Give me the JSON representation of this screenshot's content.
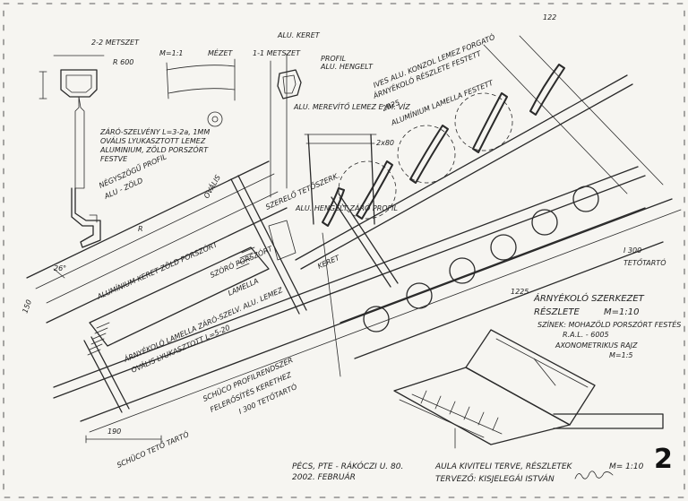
{
  "sheet_number": "2",
  "sections": {
    "s22_title": "2-2 METSZET",
    "s22_scale": "R 600",
    "s11_title": "1-1 METSZET",
    "m11_label": "M=1:1",
    "mezet": "MÉZET",
    "alu_keret": "ALU. KERET",
    "profil_label": "PROFIL",
    "alu_hengelt": "ALU. HENGELT",
    "alu_merevito": "ALU. MEREVÍTŐ LEMEZ E IM. VÍZ",
    "alu_hengelt_z": "ALU. HENGELT ZÁRÓ PROFIL",
    "fnote_1": "IVES ALU. KONZOL LEMEZ FORGATÓ",
    "fnote_2": "ÁRNYÉKOLÓ RÉSZLETE FESTETT",
    "fnote_3": "2025",
    "lamella_note": "ALUMÍNIUM LAMELLA FESTETT",
    "szelveny": "ZÁRÓ-SZELVÉNY L=3-2a, 1MM",
    "ovalis": "OVÁLIS LYUKASZTOTT LEMEZ",
    "alumin_zold": "ALUMINIUM, ZÖLD PORSZÓRT",
    "festes": "FESTVE",
    "negyszogu": "NÉGYSZÖGŰ PROFIL",
    "alu_zold": "ALU - ZÖLD",
    "r_label": "R",
    "angle": "26°",
    "alu_keret_long": "ALUMÍNIUM KERET ZÖLD PORSZÓRT",
    "arnyekolo_lamella": "ÁRNYÉKOLÓ LAMELLA ZÁRÓ-SZELV. ALU. LEMEZ",
    "ovalis_lyuk": "OVÁLIS LYUKASZTOTT L=5-20",
    "szoro": "SZÓRÓ PORSZÓRT",
    "ovali_right": "OVÁLIS",
    "keret_label": "KERET",
    "i_beam": "I 300",
    "tetotarto": "TETŐTARTÓ",
    "szerelo": "SZERELŐ TETŐSZERK.",
    "lamella_small": "LAMELLA",
    "schuco_1": "SCHÜCO PROFILRENDSZER",
    "schuco_2": "FELERŐSÍTÉS KERETHEZ",
    "i_300_2": "I 300 TETŐTARTÓ",
    "schuco_tet": "SCHÜCO TETŐ TARTÓ",
    "axon_title": "ÁRNYÉKOLÓ SZERKEZET",
    "axon_reszlet": "RÉSZLETE",
    "axon_m": "M=1:10",
    "axon_szinek": "SZÍNEK: MOHAZÖLD PORSZÓRT FESTÉS",
    "axon_ral": "R.A.L. - 6005",
    "axon_axono": "AXONOMETRIKUS RAJZ",
    "axon_m5": "M=1:5",
    "dim_1225": "1225",
    "dim_122": "122",
    "dim_190": "190",
    "dim_150": "150",
    "dim_2x": "2x80",
    "foot_city": "PÉCS, PTE - RÁKÓCZI U. 80.",
    "foot_date": "2002. FEBRUÁR",
    "foot_title": "AULA KIVITELI TERVE, RÉSZLETEK",
    "foot_scale": "M= 1:10",
    "foot_author": "TERVEZŐ: KISJELEGÁI ISTVÁN"
  }
}
